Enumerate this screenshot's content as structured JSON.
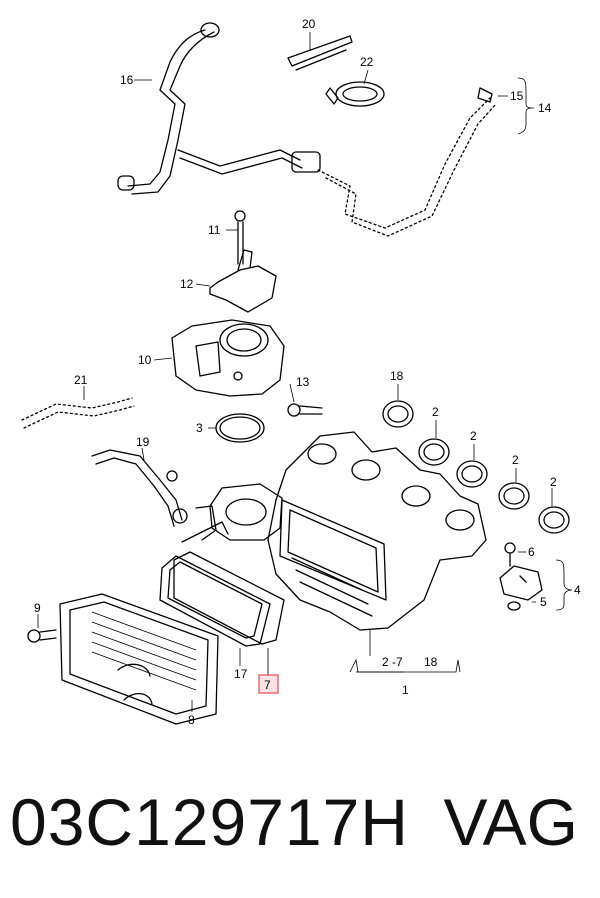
{
  "diagram": {
    "callouts": [
      "1",
      "2",
      "2",
      "2",
      "2",
      "2",
      "3",
      "4",
      "5",
      "6",
      "7",
      "8",
      "9",
      "10",
      "11",
      "12",
      "13",
      "14",
      "15",
      "16",
      "17",
      "18",
      "18",
      "19",
      "20",
      "21",
      "22"
    ],
    "range_label": "2 -7",
    "range_label_end": "18",
    "highlight_color": "#e05050"
  },
  "caption": {
    "part_number": "03C129717H",
    "brand": "VAG"
  }
}
